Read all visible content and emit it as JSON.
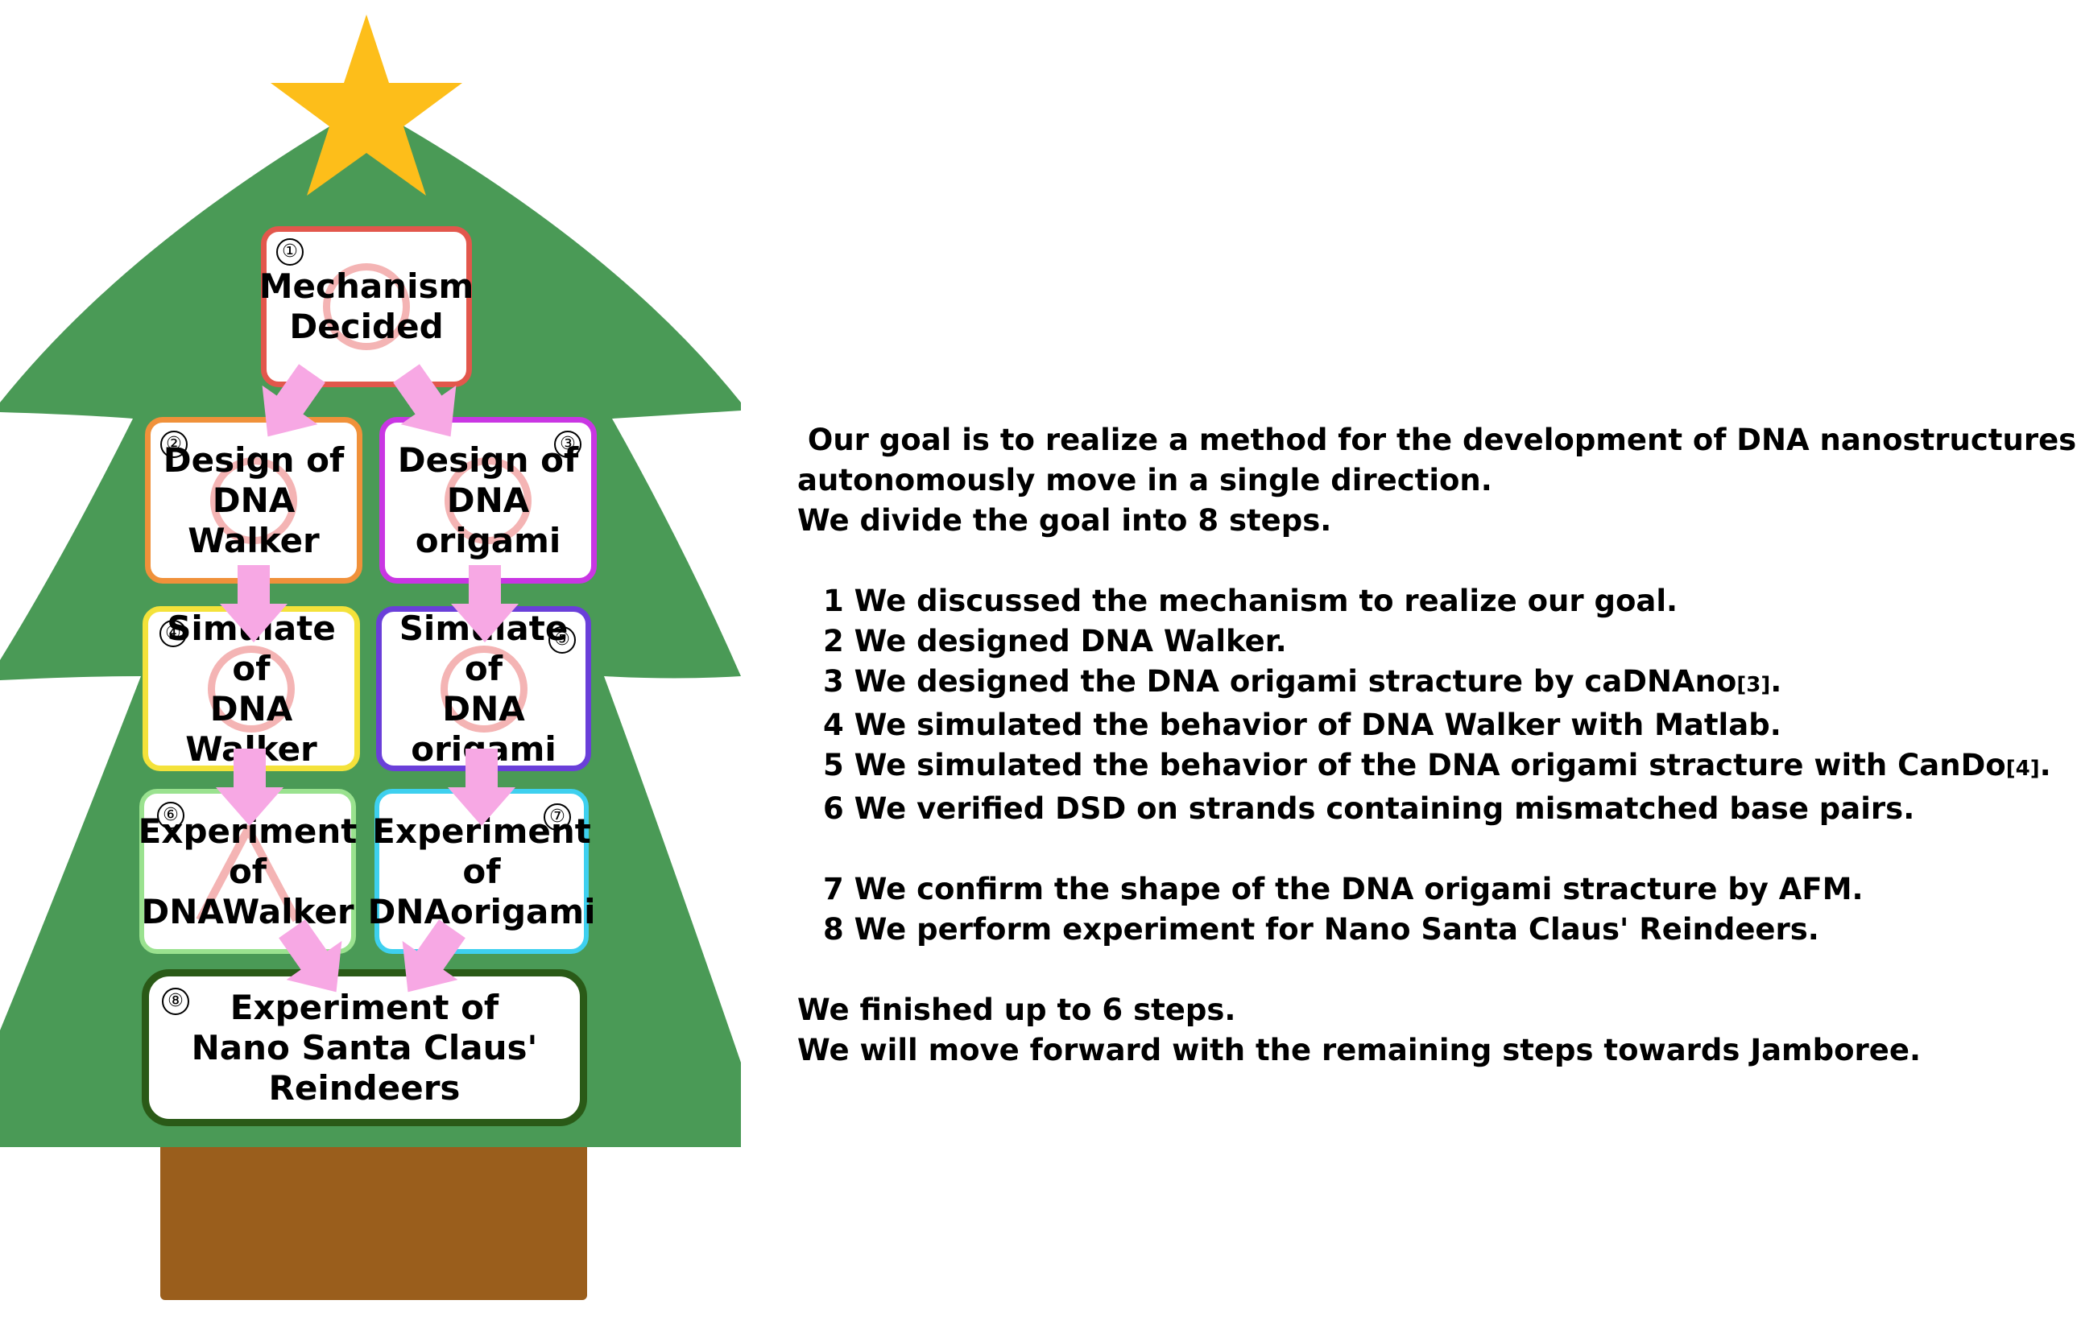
{
  "diagram": {
    "steps": [
      {
        "num": "①",
        "label": "Mechanism\nDecided",
        "status": "done"
      },
      {
        "num": "②",
        "label": "Design of\nDNA\nWalker",
        "status": "done"
      },
      {
        "num": "③",
        "label": "Design of\nDNA\norigami",
        "status": "done"
      },
      {
        "num": "④",
        "label": "Simulate of\nDNA\nWalker",
        "status": "done"
      },
      {
        "num": "⑤",
        "label": "Simulate of\nDNA\norigami",
        "status": "done"
      },
      {
        "num": "⑥",
        "label": "Experiment\nof\nDNAWalker",
        "status": "partial"
      },
      {
        "num": "⑦",
        "label": "Experiment\nof\nDNAorigami",
        "status": "pending"
      },
      {
        "num": "⑧",
        "label": "Experiment of\nNano Santa Claus'\nReindeers",
        "status": "pending"
      }
    ],
    "colors": {
      "tree": "#4a9a56",
      "trunk": "#9a5e1c",
      "star": "#fdbe1a",
      "arrow": "#f7a8e4",
      "mark": "#f4b4b4",
      "borders": [
        "#e2574c",
        "#f0913a",
        "#c936e3",
        "#f4e23a",
        "#6a3fd9",
        "#9ae28f",
        "#3ed0ef",
        "#2a5a17"
      ]
    }
  },
  "description": {
    "intro": [
      " Our goal is to realize a method for the development of DNA nanostructures that",
      "autonomously move in a single direction.",
      "We divide the goal into 8 steps."
    ],
    "steps": [
      {
        "text": "1 We discussed the mechanism to realize our goal.",
        "ref": ""
      },
      {
        "text": "2 We designed DNA Walker.",
        "ref": ""
      },
      {
        "text": "3 We designed the DNA origami stracture by caDNAno",
        "ref": "[3]",
        "end": "."
      },
      {
        "text": "4 We simulated the behavior of DNA Walker with Matlab.",
        "ref": ""
      },
      {
        "text": "5 We simulated the behavior of the DNA origami stracture with CanDo",
        "ref": "[4]",
        "end": "."
      },
      {
        "text": "6 We verified DSD on strands containing mismatched base pairs.",
        "ref": ""
      },
      {
        "text": "7 We confirm the shape of the DNA origami stracture by AFM.",
        "ref": ""
      },
      {
        "text": "8 We perform experiment for Nano Santa Claus' Reindeers.",
        "ref": ""
      }
    ],
    "outro": [
      "We finished up to 6 steps.",
      "We will move forward with the remaining steps towards Jamboree."
    ]
  }
}
